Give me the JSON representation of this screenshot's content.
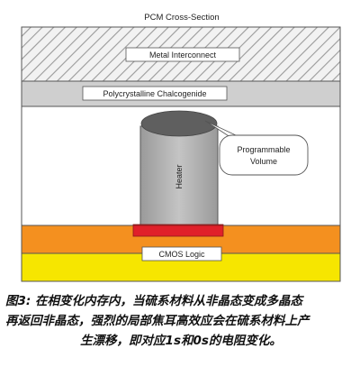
{
  "diagram": {
    "title": "PCM Cross-Section",
    "labels": {
      "metal": "Metal Interconnect",
      "chalcogenide": "Polycrystalline Chalcogenide",
      "programmable": [
        "Programmable",
        "Volume"
      ],
      "heater": "Heater",
      "cmos": "CMOS Logic"
    }
  },
  "caption": {
    "lines": [
      "图3: 在相变化内存内，当硫系材料从非晶态变成多晶态",
      "再返回非晶态，强烈的局部焦耳高效应会在硫系材料上产",
      "生漂移，即对应1s和0s的电阻变化。"
    ]
  }
}
